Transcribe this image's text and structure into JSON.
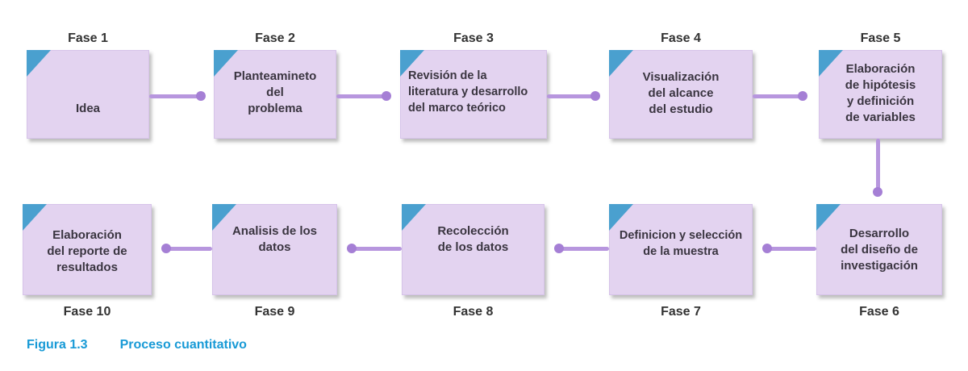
{
  "figure": {
    "caption_label": "Figura 1.3",
    "caption_title": "Proceso cuantitativo"
  },
  "phases": [
    {
      "label": "Fase 1",
      "text": "Idea"
    },
    {
      "label": "Fase 2",
      "text": "Planteamineto\ndel\nproblema"
    },
    {
      "label": "Fase 3",
      "text": "Revisión de la\nliteratura y desarrollo\ndel marco teórico"
    },
    {
      "label": "Fase 4",
      "text": "Visualización\ndel alcance\ndel estudio"
    },
    {
      "label": "Fase 5",
      "text": "Elaboración\nde hipótesis\ny definición\nde variables"
    },
    {
      "label": "Fase 6",
      "text": "Desarrollo\ndel diseño de\ninvestigación"
    },
    {
      "label": "Fase 7",
      "text": "Definicion y selección\nde la muestra"
    },
    {
      "label": "Fase 8",
      "text": "Recolección\nde los datos"
    },
    {
      "label": "Fase 9",
      "text": "Analisis de los\ndatos"
    },
    {
      "label": "Fase 10",
      "text": "Elaboración\ndel reporte de\nresultados"
    }
  ],
  "icons": {
    "corner_fold": "folded-corner-triangle"
  },
  "colors": {
    "card_fill": "#e3d3f0",
    "card_border": "#d6c3e9",
    "corner_fold_blue": "#4aa0cf",
    "connector_line": "#b796de",
    "connector_dot": "#a57fd5",
    "caption_blue": "#189ad6",
    "card_text": "#3a3540",
    "label_text": "#333333"
  }
}
